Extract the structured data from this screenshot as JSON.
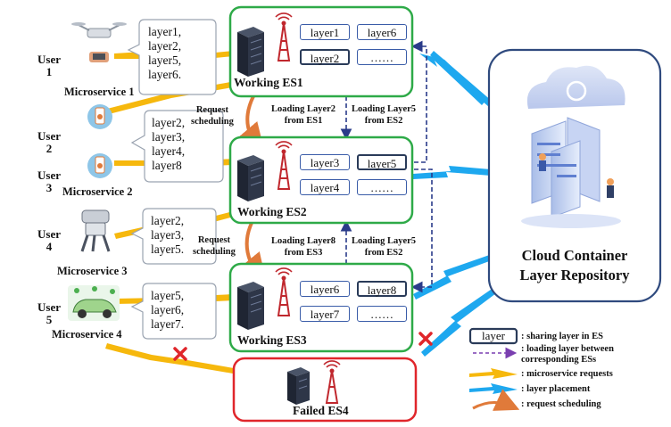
{
  "users": [
    {
      "label": "User\n1"
    },
    {
      "label": "User\n2"
    },
    {
      "label": "User\n3"
    },
    {
      "label": "User\n4"
    },
    {
      "label": "User\n5"
    }
  ],
  "microservices": [
    {
      "label": "Microservice 1",
      "layers": "layer1,\nlayer2,\nlayer5,\nlayer6."
    },
    {
      "label": "Microservice 2",
      "layers": "layer2,\nlayer3,\nlayer4,\nlayer8"
    },
    {
      "label": "Microservice 3",
      "layers": "layer2,\nlayer3,\nlayer5."
    },
    {
      "label": "Microservice 4",
      "layers": "layer5,\nlayer6,\nlayer7."
    }
  ],
  "edge_servers": [
    {
      "label": "Working ES1",
      "layers": [
        "layer1",
        "layer6",
        "layer2",
        "……"
      ],
      "shared": [
        false,
        false,
        true,
        false
      ]
    },
    {
      "label": "Working ES2",
      "layers": [
        "layer3",
        "layer5",
        "layer4",
        "……"
      ],
      "shared": [
        false,
        true,
        false,
        false
      ]
    },
    {
      "label": "Working ES3",
      "layers": [
        "layer6",
        "layer8",
        "layer7",
        "……"
      ],
      "shared": [
        false,
        true,
        false,
        false
      ]
    },
    {
      "label": "Failed ES4",
      "layers": [],
      "shared": []
    }
  ],
  "annotations": {
    "request_scheduling_1": "Request\nscheduling",
    "request_scheduling_2": "Request\nscheduling",
    "loading_l2_es1": "Loading Layer2\nfrom ES1",
    "loading_l5_es2_a": "Loading Layer5\nfrom ES2",
    "loading_l8_es3": "Loading Layer8\nfrom ES3",
    "loading_l5_es2_b": "Loading Layer5\nfrom ES2"
  },
  "repository": {
    "title": "Cloud Container\nLayer Repository"
  },
  "legend": [
    {
      "symbol": "layer",
      "text": ": sharing layer in ES"
    },
    {
      "symbol": "dashed-arrow",
      "text": ": loading layer between\ncorresponding ESs"
    },
    {
      "symbol": "yellow-bolt",
      "text": ": microservice requests"
    },
    {
      "symbol": "blue-bolt",
      "text": ": layer placement"
    },
    {
      "symbol": "orange-arc",
      "text": ": request scheduling"
    }
  ],
  "colors": {
    "working_es": "#2eaa48",
    "failed_es": "#e0262b",
    "repository": "#2f4a7e",
    "shared_layer": "#2a3b59",
    "layer_box": "#3a5ca8",
    "request_bolt": "#f6b80d",
    "placement_bolt": "#1ea8ef",
    "scheduling_arc": "#e07a3a",
    "loading_arrow": "#2a3b8a"
  }
}
